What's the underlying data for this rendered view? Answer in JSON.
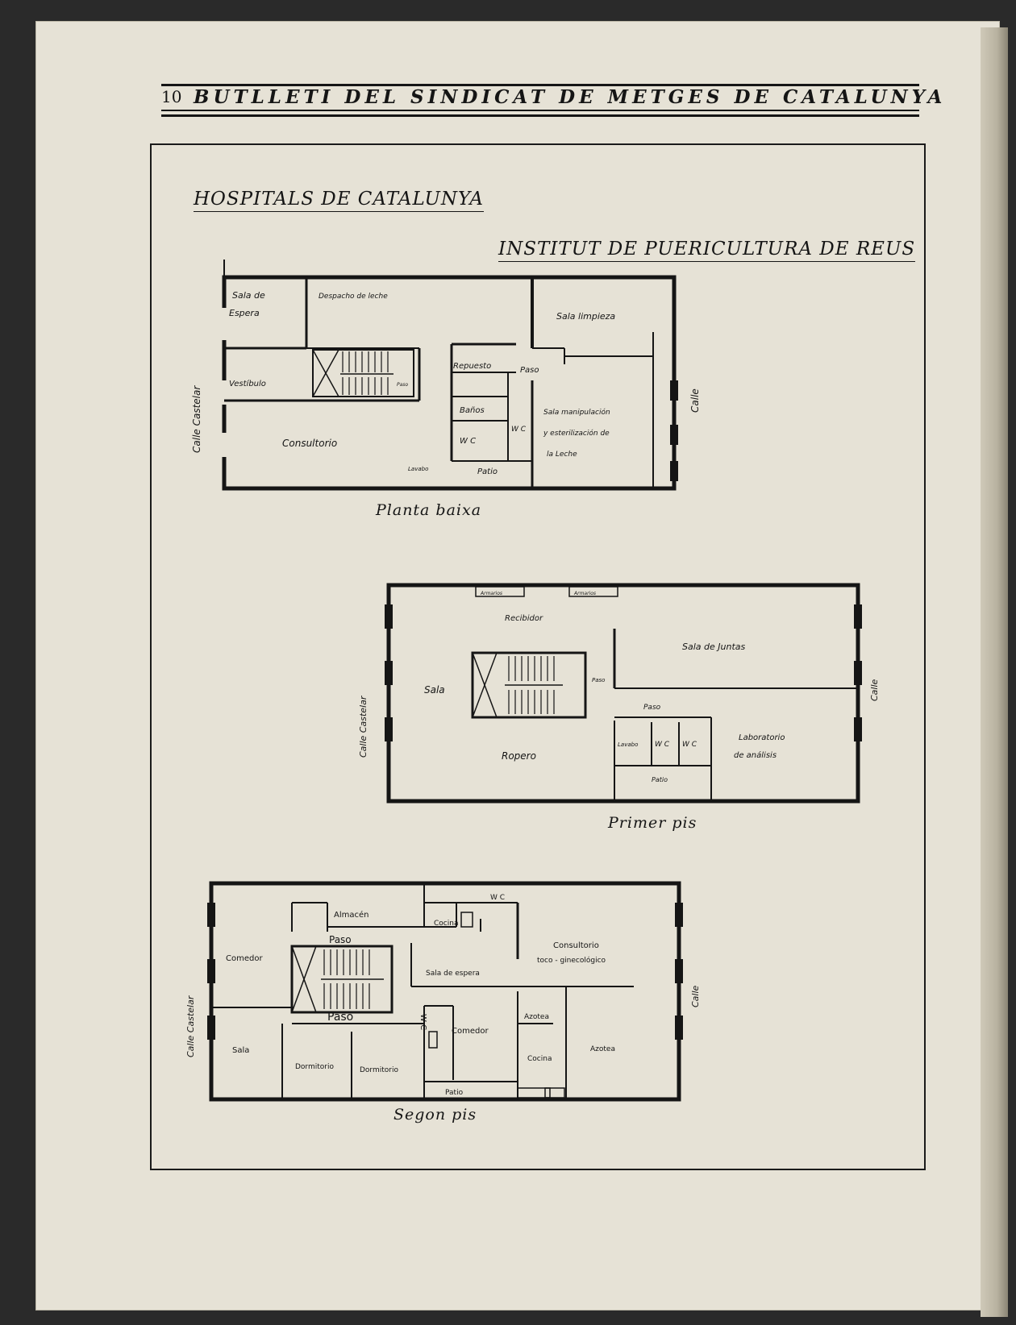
{
  "header": {
    "page_number": "10",
    "journal": "BUTLLETI DEL SINDICAT DE METGES DE CATALUNYA"
  },
  "section_title": "HOSPITALS DE CATALUNYA",
  "institution_title": "INSTITUT DE PUERICULTURA DE REUS",
  "plans": {
    "ground": {
      "caption": "Planta baixa",
      "street_left": "Calle Castelar",
      "street_right": "Calle",
      "rooms": {
        "sala_espera_1": "Sala de",
        "sala_espera_2": "Espera",
        "despacho": "Despacho de leche",
        "vestibulo": "Vestíbulo",
        "paso_small": "Paso",
        "repuesto": "Repuesto",
        "paso": "Paso",
        "banos": "Baños",
        "wc1": "W C",
        "wc2": "W C",
        "consultorio": "Consultorio",
        "lavabo": "Lavabo",
        "patio": "Patio",
        "limpieza": "Sala limpieza",
        "manip_1": "Sala manipulación",
        "manip_2": "y esterilización de",
        "manip_3": "la Leche"
      }
    },
    "first": {
      "caption": "Primer pis",
      "street_left": "Calle Castelar",
      "street_right": "Calle",
      "rooms": {
        "armarios_1": "Armarios",
        "armarios_2": "Armarios",
        "recibidor": "Recibidor",
        "sala_juntas": "Sala de Juntas",
        "sala": "Sala",
        "paso_small": "Paso",
        "paso": "Paso",
        "laboratorio_1": "Laboratorio",
        "laboratorio_2": "de análisis",
        "ropero": "Ropero",
        "lavabo": "Lavabo",
        "wc1": "W C",
        "wc2": "W C",
        "patio": "Patio"
      }
    },
    "second": {
      "caption": "Segon pis",
      "street_left": "Calle Castelar",
      "street_right": "Calle",
      "rooms": {
        "almacen": "Almacén",
        "wc_top": "W C",
        "cocina_1": "Cocina",
        "consultorio_1": "Consultorio",
        "consultorio_2": "toco - ginecológico",
        "comedor_1": "Comedor",
        "paso_1": "Paso",
        "sala_espera": "Sala de espera",
        "azotea_1": "Azotea",
        "paso_2": "Paso",
        "wc_side": "W C",
        "comedor_2": "Comedor",
        "azotea_2": "Azotea",
        "sala": "Sala",
        "dormitorio_1": "Dormitorio",
        "dormitorio_2": "Dormitorio",
        "cocina_2": "Cocina",
        "patio": "Patio"
      }
    }
  }
}
